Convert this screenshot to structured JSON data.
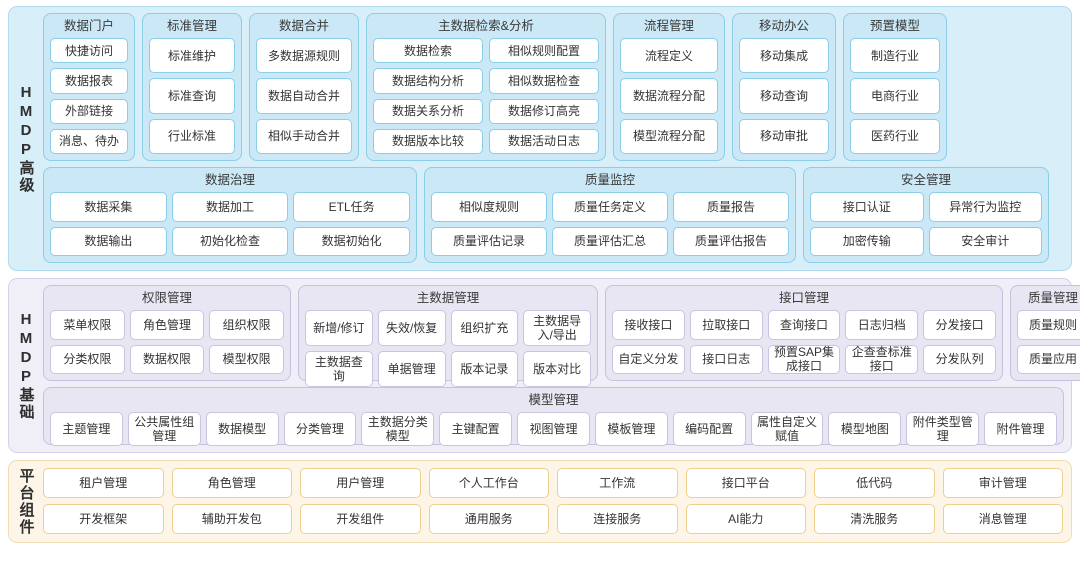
{
  "bands": [
    {
      "id": "advanced",
      "label": "HMDP高级",
      "rows": [
        {
          "groups": [
            {
              "title": "数据门户",
              "items": [
                "快捷访问",
                "数据报表",
                "外部链接",
                "消息、待办"
              ]
            },
            {
              "title": "标准管理",
              "items": [
                "标准维护",
                "标准查询",
                "行业标准"
              ]
            },
            {
              "title": "数据合并",
              "items": [
                "多数据源规则",
                "数据自动合并",
                "相似手动合并"
              ]
            },
            {
              "title": "主数据检索&分析",
              "columns": [
                [
                  "数据检索",
                  "数据结构分析",
                  "数据关系分析",
                  "数据版本比较"
                ],
                [
                  "相似规则配置",
                  "相似数据检查",
                  "数据修订高亮",
                  "数据活动日志"
                ]
              ]
            },
            {
              "title": "流程管理",
              "items": [
                "流程定义",
                "数据流程分配",
                "模型流程分配"
              ]
            },
            {
              "title": "移动办公",
              "items": [
                "移动集成",
                "移动查询",
                "移动审批"
              ]
            },
            {
              "title": "预置模型",
              "items": [
                "制造行业",
                "电商行业",
                "医药行业"
              ]
            }
          ]
        },
        {
          "groups": [
            {
              "title": "数据治理",
              "items": [
                "数据采集",
                "数据加工",
                "ETL任务",
                "数据输出",
                "初始化检查",
                "数据初始化"
              ]
            },
            {
              "title": "质量监控",
              "items": [
                "相似度规则",
                "质量任务定义",
                "质量报告",
                "质量评估记录",
                "质量评估汇总",
                "质量评估报告"
              ]
            },
            {
              "title": "安全管理",
              "items": [
                "接口认证",
                "异常行为监控",
                "加密传输",
                "安全审计"
              ]
            }
          ]
        }
      ]
    },
    {
      "id": "base",
      "label": "HMDP基础",
      "rows": [
        {
          "groups": [
            {
              "title": "权限管理",
              "items": [
                "菜单权限",
                "角色管理",
                "组织权限",
                "分类权限",
                "数据权限",
                "模型权限"
              ]
            },
            {
              "title": "主数据管理",
              "items": [
                "新增/修订",
                "失效/恢复",
                "组织扩充",
                "主数据导入/导出",
                "主数据查询",
                "单据管理",
                "版本记录",
                "版本对比"
              ]
            },
            {
              "title": "接口管理",
              "items": [
                "接收接口",
                "拉取接口",
                "查询接口",
                "日志归档",
                "分发接口",
                "自定义分发",
                "接口日志",
                "预置SAP集成接口",
                "企查查标准接口",
                "分发队列"
              ]
            },
            {
              "title": "质量管理",
              "items": [
                "质量规则",
                "质量应用"
              ]
            }
          ]
        },
        {
          "groups": [
            {
              "title": "模型管理",
              "items": [
                "主题管理",
                "公共属性组管理",
                "数据模型",
                "分类管理",
                "主数据分类模型",
                "主键配置",
                "视图管理",
                "模板管理",
                "编码配置",
                "属性自定义赋值",
                "模型地图",
                "附件类型管理",
                "附件管理"
              ]
            }
          ]
        }
      ]
    },
    {
      "id": "platform",
      "label": "平台组件",
      "rows": [
        {
          "items": [
            "租户管理",
            "角色管理",
            "用户管理",
            "个人工作台",
            "工作流",
            "接口平台",
            "低代码",
            "审计管理"
          ]
        },
        {
          "items": [
            "开发框架",
            "辅助开发包",
            "开发组件",
            "通用服务",
            "连接服务",
            "AI能力",
            "清洗服务",
            "消息管理"
          ]
        }
      ]
    }
  ],
  "colors": {
    "advanced_band_bg": "#d8eef8",
    "advanced_group_bg": "#cbe8f6",
    "advanced_border": "#8ccde8",
    "base_band_bg": "#f0eff7",
    "base_group_bg": "#e8e6f3",
    "base_border": "#c6c2de",
    "platform_band_bg": "#fdf6e8",
    "platform_border": "#f0ddb4",
    "cell_bg": "#ffffff",
    "text": "#333333"
  }
}
